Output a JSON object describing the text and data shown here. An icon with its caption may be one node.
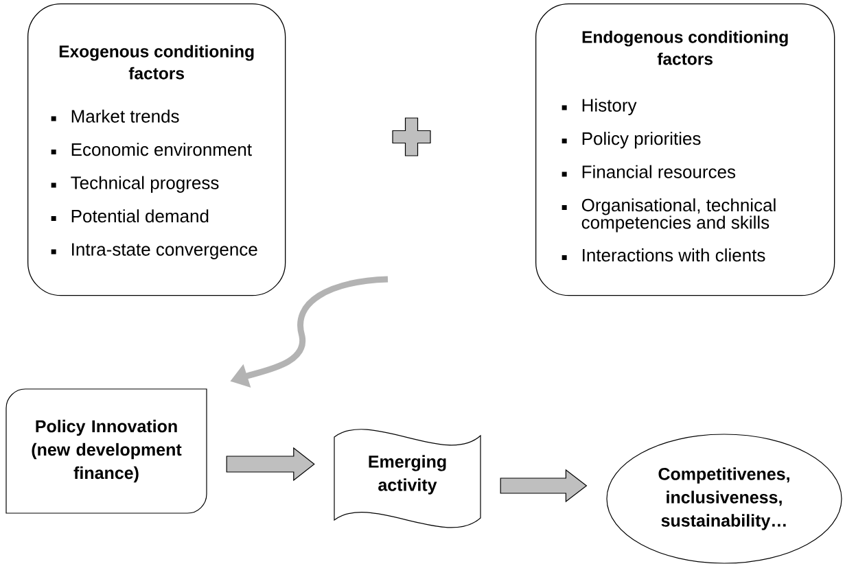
{
  "diagram": {
    "nodes": [
      {
        "text": [
          "Exogenous conditioning factors",
          "Market trends",
          "Economic environment",
          "Technical progress",
          "Potential demand",
          "Intra-state convergence"
        ]
      },
      {
        "text": [
          "Endogenous conditioning factors",
          "History",
          "Policy priorities",
          "Financial resources",
          "Organisational, technical competencies and skills",
          "Interactions with clients"
        ]
      },
      {
        "text": [
          "Policy Innovation (new development finance)"
        ]
      },
      {
        "text": [
          "Emerging activity"
        ]
      },
      {
        "text": [
          "Competitivenes, inclusiveness, sustainability…"
        ]
      }
    ],
    "edges": [
      {
        "from": null,
        "to": 2,
        "arrow": "to",
        "color": "#b3b3b3"
      },
      {
        "from": 2,
        "to": 3,
        "arrow": "to"
      },
      {
        "from": 3,
        "to": 4,
        "arrow": "to"
      }
    ]
  }
}
